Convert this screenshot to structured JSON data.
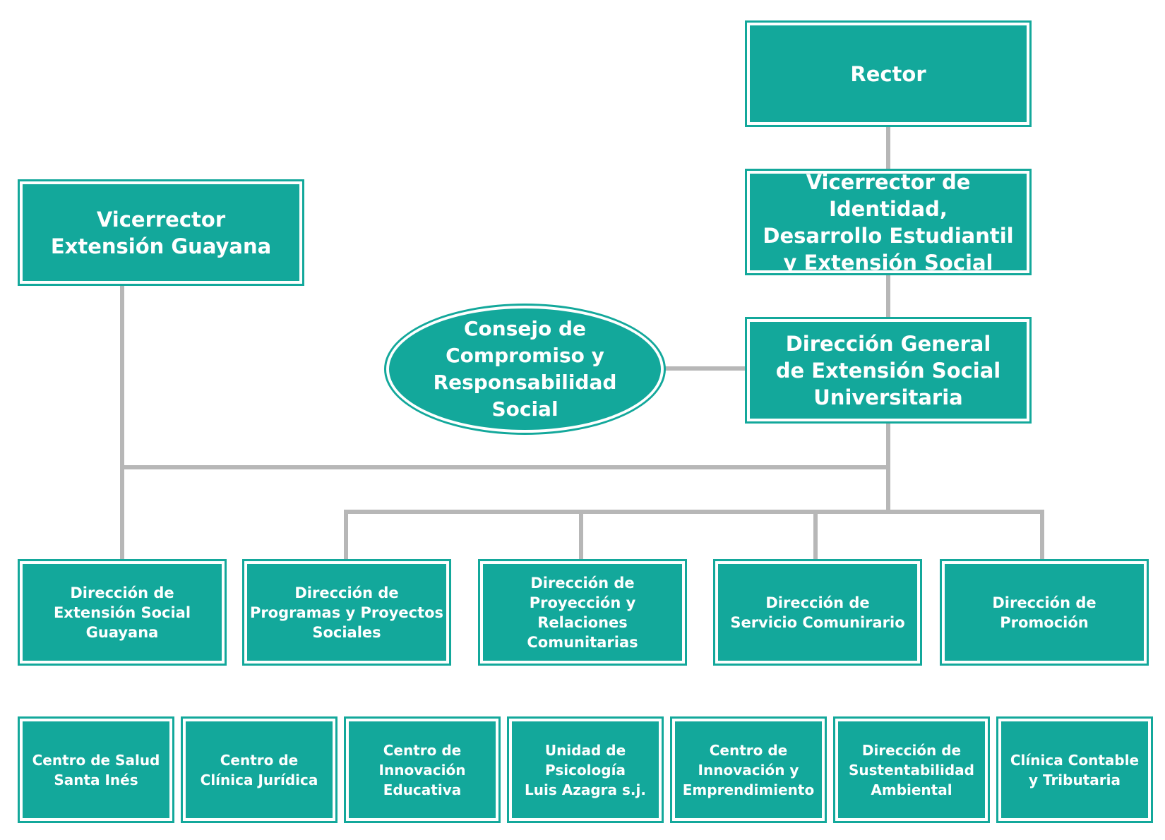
{
  "colors": {
    "node_fill": "#13a89b",
    "node_text": "#ffffff",
    "connector": "#b7b7b7"
  },
  "nodes": {
    "rector": "Rector",
    "vicerrector_identidad": "Vicerrector de Identidad,\nDesarrollo Estudiantil\ny Extensión Social",
    "vicerrector_guayana": "Vicerrector\nExtensión Guayana",
    "consejo": "Consejo de\nCompromiso y\nResponsabilidad\nSocial",
    "direccion_general": "Dirección General\nde Extensión Social\nUniversitaria",
    "direcciones": [
      "Dirección de\nExtensión Social\nGuayana",
      "Dirección de\nProgramas y Proyectos\nSociales",
      "Dirección de\nProyección y Relaciones\nComunitarias",
      "Dirección de\nServicio Comunirario",
      "Dirección de\nPromoción"
    ],
    "centros": [
      "Centro de Salud\nSanta Inés",
      "Centro de\nClínica Jurídica",
      "Centro de\nInnovación\nEducativa",
      "Unidad de\nPsicología\nLuis Azagra s.j.",
      "Centro de\nInnovación y\nEmprendimiento",
      "Dirección de\nSustentabilidad\nAmbiental",
      "Clínica Contable\ny Tributaria"
    ]
  }
}
